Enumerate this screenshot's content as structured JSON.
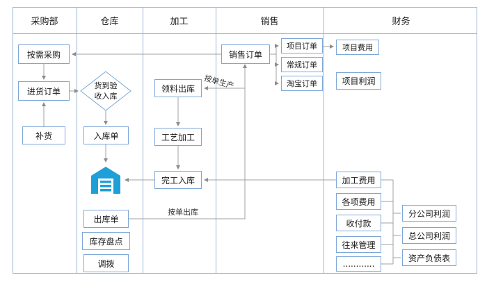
{
  "lanes": [
    {
      "label": "采购部"
    },
    {
      "label": "仓库"
    },
    {
      "label": "加工"
    },
    {
      "label": "销售"
    },
    {
      "label": "财务"
    }
  ],
  "nodes": {
    "demand_purchase": {
      "label": "按需采购"
    },
    "purchase_order": {
      "label": "进货订单"
    },
    "replenish": {
      "label": "补货"
    },
    "arrival_check": {
      "label": "货到验收入库"
    },
    "inbound_slip": {
      "label": "入库单"
    },
    "outbound_slip": {
      "label": "出库单"
    },
    "stock_count": {
      "label": "库存盘点"
    },
    "transfer": {
      "label": "调拨"
    },
    "material_issue": {
      "label": "领料出库"
    },
    "process_work": {
      "label": "工艺加工"
    },
    "finish_inbound": {
      "label": "完工入库"
    },
    "sales_order": {
      "label": "销售订单"
    },
    "project_order": {
      "label": "项目订单"
    },
    "regular_order": {
      "label": "常规订单"
    },
    "taobao_order": {
      "label": "淘宝订单"
    },
    "project_expense": {
      "label": "项目费用"
    },
    "project_profit": {
      "label": "项目利润"
    },
    "processing_fee": {
      "label": "加工费用"
    },
    "misc_expense": {
      "label": "各项费用"
    },
    "payments": {
      "label": "收付款"
    },
    "transactions": {
      "label": "往来管理"
    },
    "dots": {
      "label": "............"
    },
    "branch_profit": {
      "label": "分公司利润"
    },
    "hq_profit": {
      "label": "总公司利润"
    },
    "balance_sheet": {
      "label": "资产负债表"
    }
  },
  "edge_labels": {
    "make_to_order": "按单生产",
    "outbound_by_order": "按单出库"
  },
  "icons": {
    "warehouse": "warehouse-icon"
  },
  "colors": {
    "box_border": "#7da7d8",
    "lane_border": "#9ab4d4",
    "connector": "#a0a0a0",
    "warehouse_blue": "#1e9fd8",
    "text": "#1a1a1a"
  }
}
